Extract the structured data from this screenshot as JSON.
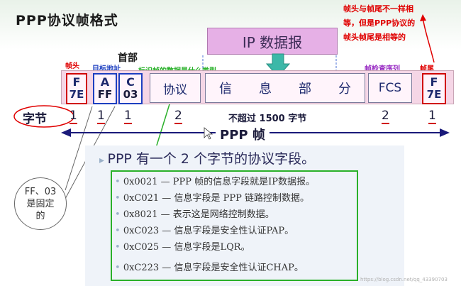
{
  "title": "PPP协议帧格式",
  "annotations": {
    "head_tail_note": [
      "帧头与帧尾不一样相",
      "等，但是PPP协议的",
      "帧头帧尾是相等的"
    ],
    "frame_head": "帧头",
    "dest_address": "目标地址",
    "header": "首部",
    "protocol_note": "标识帧的数据是什么类型",
    "checksum_seq": "帧检查序列",
    "frame_tail": "帧尾"
  },
  "ip_datagram": "IP 数据报",
  "fields": {
    "F": "F",
    "F_val": "7E",
    "A": "A",
    "A_val": "FF",
    "C": "C",
    "C_val": "03",
    "protocol": "协议",
    "info": [
      "信",
      "息",
      "部",
      "分"
    ],
    "fcs": "FCS",
    "F2": "F",
    "F2_val": "7E"
  },
  "bytes": {
    "label": "字节",
    "values": [
      "1",
      "1",
      "1",
      "2",
      "不超过 1500 字节",
      "2",
      "1"
    ]
  },
  "ppp_frame": "PPP 帧",
  "bubble": [
    "FF、03",
    "是固定",
    "的"
  ],
  "protocol_field": {
    "heading": "PPP 有一个 2 个字节的协议字段。",
    "items": [
      "0x0021 — PPP 帧的信息字段就是IP数据报。",
      "0xC021 — 信息字段是 PPP 链路控制数据。",
      "0x8021 — 表示这是网络控制数据。",
      "0xC023 — 信息字段是安全性认证PAP。",
      "0xC025 — 信息字段是LQR。",
      "0xC223 — 信息字段是安全性认证CHAP。"
    ]
  },
  "colors": {
    "red": "#e00000",
    "blue": "#1d3fc0",
    "green": "#2ab02a",
    "purple": "#9a2fc4",
    "ip_fill": "#e6b0e6",
    "arrow": "#3cb8a8"
  },
  "watermark": "https://blog.csdn.net/qq_43390703"
}
